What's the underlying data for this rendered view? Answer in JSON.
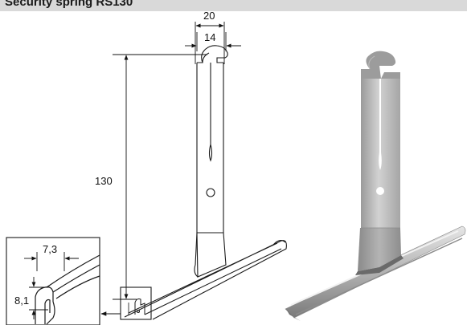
{
  "header": {
    "title": "Security spring RS130"
  },
  "dimensions": {
    "width_outer": "20",
    "width_inner": "14",
    "height": "130",
    "profile_width": "7,3",
    "profile_height": "8,1"
  },
  "colors": {
    "header_bg": "#d9d9d9",
    "line": "#1a1a1a",
    "metal_light": "#c8c8c8",
    "metal_mid": "#a9a9a9",
    "metal_dark": "#7d7d7d"
  }
}
